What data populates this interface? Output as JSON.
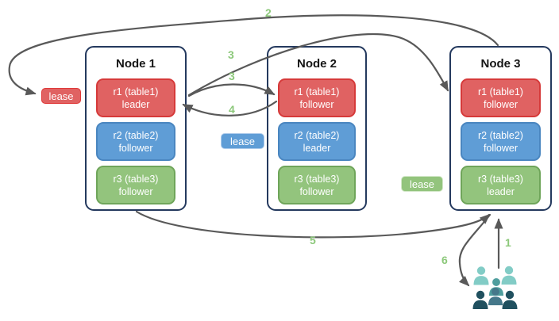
{
  "colors": {
    "node-border": "#24395e",
    "red-fill": "#e06262",
    "red-border": "#d63a3a",
    "red-lease-border": "#e03b3b",
    "blue-fill": "#5f9dd6",
    "blue-border": "#4a86c0",
    "blue-lease-border": "#aecbeb",
    "green-fill": "#93c47d",
    "green-border": "#6fa55a",
    "green-lease-border": "#d4e8ca",
    "arrow": "#595959",
    "step-label": "#8cc87a",
    "people-light": "#82ccc6",
    "people-medium": "#4f9e9e",
    "people-slate": "#45788a",
    "people-dark": "#20505f"
  },
  "nodes": [
    {
      "title": "Node 1",
      "replicas": [
        {
          "name": "r1 (table1)",
          "role": "leader"
        },
        {
          "name": "r2 (table2)",
          "role": "follower"
        },
        {
          "name": "r3 (table3)",
          "role": "follower"
        }
      ]
    },
    {
      "title": "Node 2",
      "replicas": [
        {
          "name": "r1 (table1)",
          "role": "follower"
        },
        {
          "name": "r2 (table2)",
          "role": "leader"
        },
        {
          "name": "r3 (table3)",
          "role": "follower"
        }
      ]
    },
    {
      "title": "Node 3",
      "replicas": [
        {
          "name": "r1 (table1)",
          "role": "follower"
        },
        {
          "name": "r2 (table2)",
          "role": "follower"
        },
        {
          "name": "r3 (table3)",
          "role": "leader"
        }
      ]
    }
  ],
  "leases": [
    {
      "label": "lease",
      "color": "red"
    },
    {
      "label": "lease",
      "color": "blue"
    },
    {
      "label": "lease",
      "color": "green"
    }
  ],
  "flow_steps": {
    "step1": "1",
    "step2": "2",
    "step3a": "3",
    "step3b": "3",
    "step4": "4",
    "step5": "5",
    "step6": "6"
  }
}
